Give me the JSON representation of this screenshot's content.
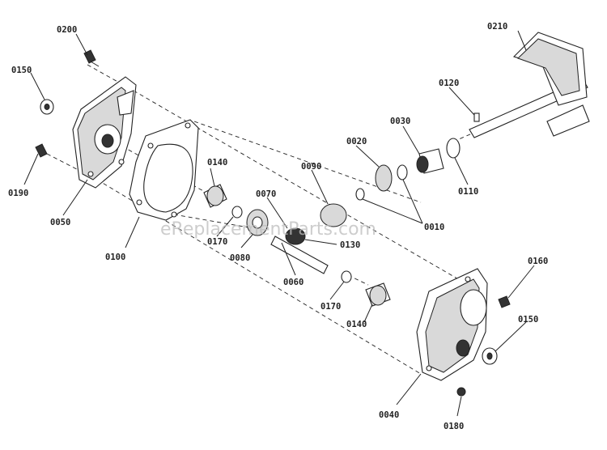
{
  "watermark": "eReplacementParts.com",
  "callouts": {
    "c0200": "0200",
    "c0150_top": "0150",
    "c0190": "0190",
    "c0050": "0050",
    "c0100": "0100",
    "c0140_top": "0140",
    "c0170_top": "0170",
    "c0080": "0080",
    "c0070": "0070",
    "c0090": "0090",
    "c0130": "0130",
    "c0060": "0060",
    "c0020": "0020",
    "c0030": "0030",
    "c0120": "0120",
    "c0210": "0210",
    "c0110": "0110",
    "c0010": "0010",
    "c0160": "0160",
    "c0170_bottom": "0170",
    "c0140_bottom": "0140",
    "c0150_bottom": "0150",
    "c0040": "0040",
    "c0180": "0180"
  }
}
